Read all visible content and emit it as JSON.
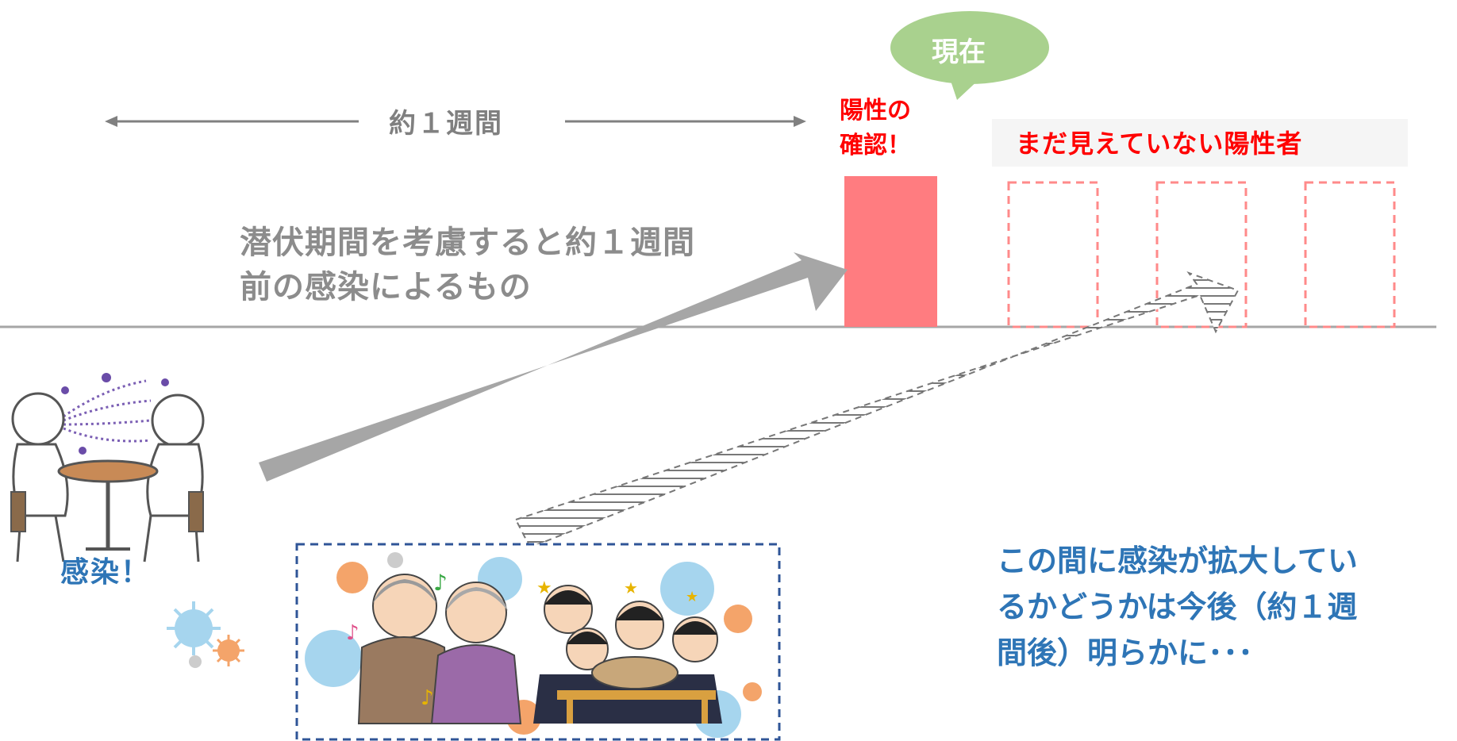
{
  "labels": {
    "period": "約１週間",
    "incubation_line1": "潜伏期間を考慮すると約１週間",
    "incubation_line2": "前の感染によるもの",
    "confirmed_line1": "陽性の",
    "confirmed_line2": "確認！",
    "now": "現在",
    "unseen_positives": "まだ見えていない陽性者",
    "infected": "感染！",
    "spread_line1": "この間に感染が拡大してい",
    "spread_line2": "るかどうかは今後（約１週",
    "spread_line3": "間後）明らかに･･･"
  },
  "colors": {
    "confirmed_bar": "#ff7c80",
    "dashed_box": "#ff8a8a",
    "now_bubble": "#a9d18e",
    "main_arrow": "#a6a6a6",
    "party_frame": "#2f5597",
    "accent_text": "#2e75b6",
    "alert_text": "#ff0000"
  },
  "illustrations": {
    "cafe": "two-people-talking-at-cafe-table-illustration",
    "party": "elderly-karaoke-and-office-party-illustration",
    "virus": "virus-icon"
  }
}
